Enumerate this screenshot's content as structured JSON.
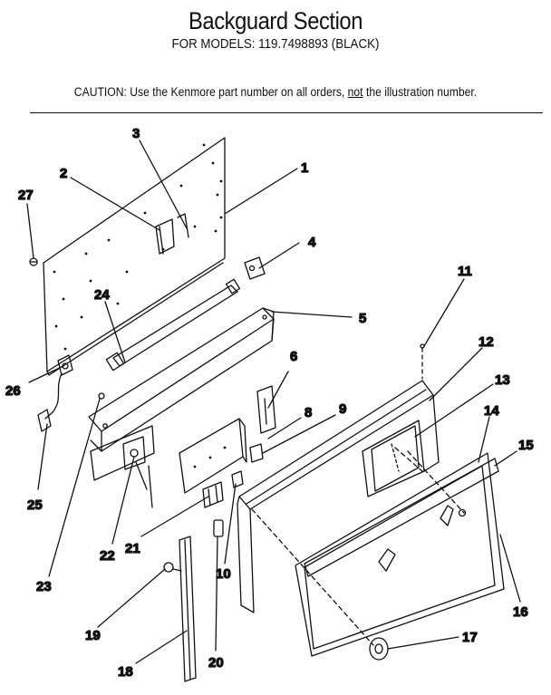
{
  "header": {
    "title": "Backguard Section",
    "subtitle": "FOR MODELS:  119.7498893 (BLACK)",
    "caution_prefix": "CAUTION:  Use the Kenmore part number on all orders, ",
    "caution_underlined": "not",
    "caution_suffix": " the illustration number."
  },
  "callouts": [
    "1",
    "2",
    "3",
    "4",
    "5",
    "6",
    "8",
    "9",
    "10",
    "11",
    "12",
    "13",
    "14",
    "15",
    "16",
    "17",
    "18",
    "19",
    "20",
    "21",
    "22",
    "23",
    "24",
    "25",
    "26",
    "27"
  ]
}
